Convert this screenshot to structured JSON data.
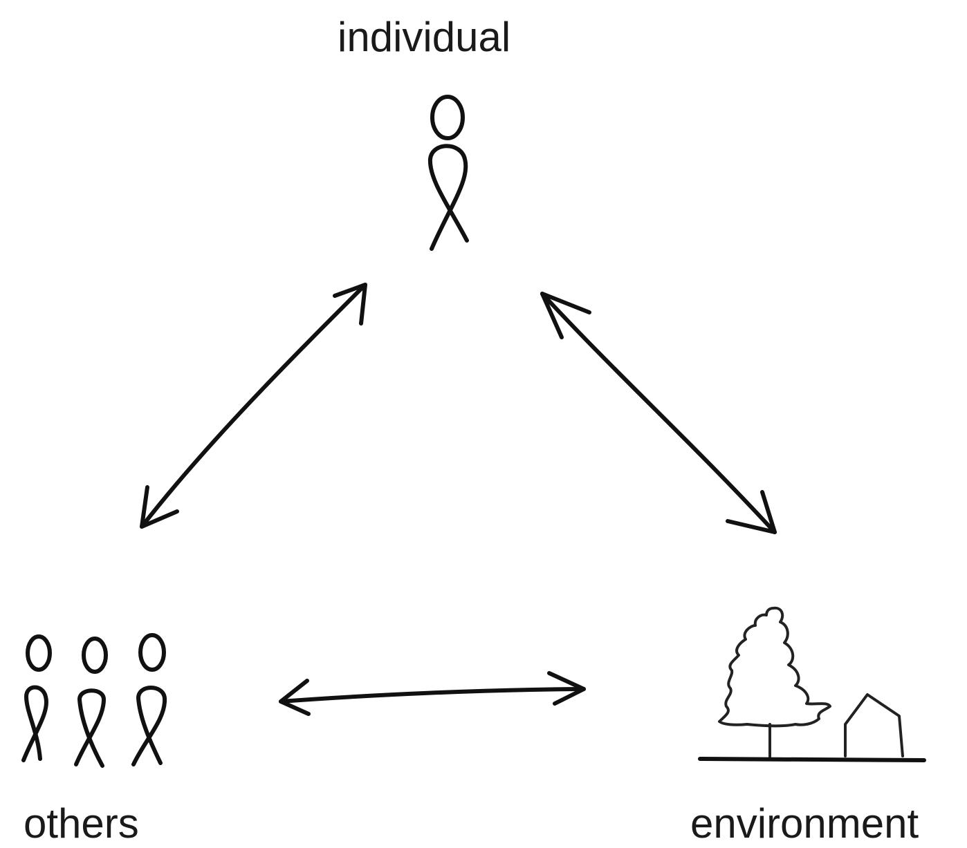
{
  "labels": {
    "individual": "individual",
    "others": "others",
    "environment": "environment"
  },
  "colors": {
    "ink": "#111111",
    "background": "#ffffff"
  },
  "icons": {
    "individual": "person-figure-icon",
    "others": "group-of-three-people-icon",
    "environment": "tree-and-house-icon"
  },
  "relations": [
    {
      "from": "individual",
      "to": "others",
      "direction": "bidirectional"
    },
    {
      "from": "individual",
      "to": "environment",
      "direction": "bidirectional"
    },
    {
      "from": "others",
      "to": "environment",
      "direction": "bidirectional"
    }
  ]
}
